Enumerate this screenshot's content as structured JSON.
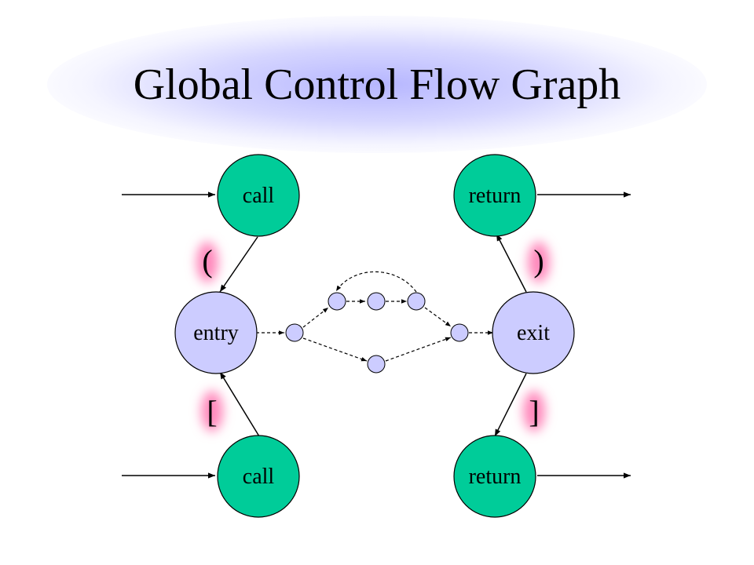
{
  "title": "Global Control Flow Graph",
  "nodes": {
    "call_top": "call",
    "call_bottom": "call",
    "entry": "entry",
    "exit": "exit",
    "return_top": "return",
    "return_bottom": "return"
  },
  "brackets": {
    "open_paren": "(",
    "close_paren": ")",
    "open_square": "[",
    "close_square": "]"
  },
  "colors": {
    "call_return_fill": "#00cc99",
    "entry_exit_fill": "#ccccff",
    "small_node_fill": "#ccccff",
    "title_glow": "#b2b2ff",
    "bracket_glow": "#ff99cc"
  }
}
